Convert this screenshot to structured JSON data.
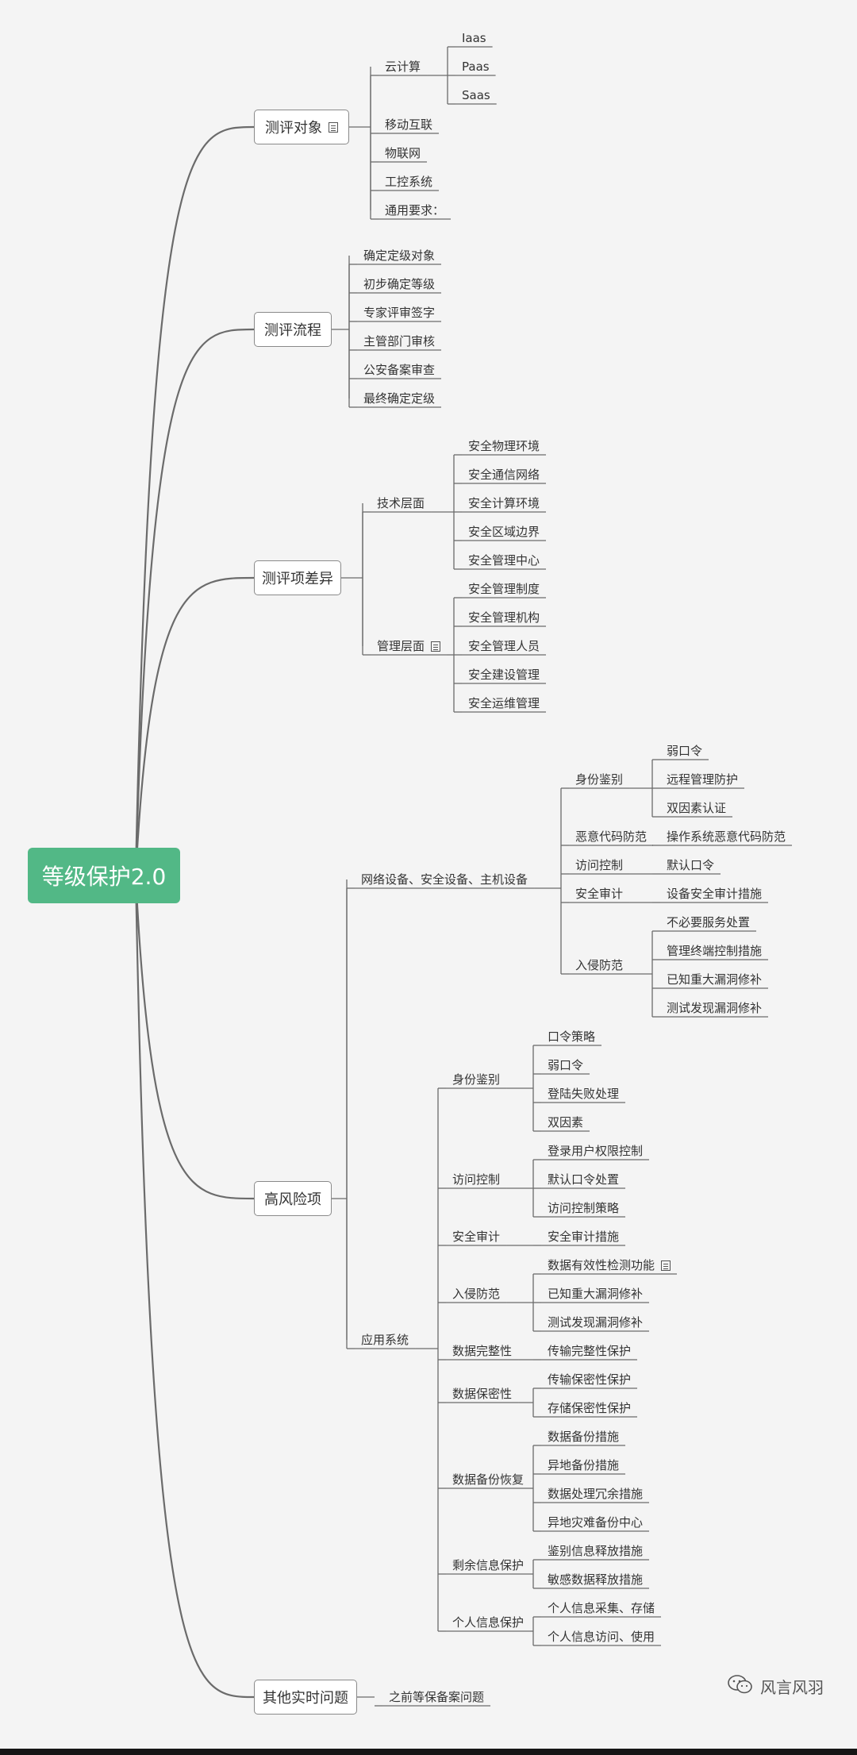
{
  "root": "等级保护2.0",
  "branches": [
    {
      "label": "测评对象",
      "note": true,
      "children": [
        {
          "label": "云计算",
          "children": [
            {
              "label": "Iaas"
            },
            {
              "label": "Paas"
            },
            {
              "label": "Saas"
            }
          ]
        },
        {
          "label": "移动互联"
        },
        {
          "label": "物联网"
        },
        {
          "label": "工控系统"
        },
        {
          "label": "通用要求："
        }
      ]
    },
    {
      "label": "测评流程",
      "children": [
        {
          "label": "确定定级对象"
        },
        {
          "label": "初步确定等级"
        },
        {
          "label": "专家评审签字"
        },
        {
          "label": "主管部门审核"
        },
        {
          "label": "公安备案审查"
        },
        {
          "label": "最终确定定级"
        }
      ]
    },
    {
      "label": "测评项差异",
      "children": [
        {
          "label": "技术层面",
          "children": [
            {
              "label": "安全物理环境"
            },
            {
              "label": "安全通信网络"
            },
            {
              "label": "安全计算环境"
            },
            {
              "label": "安全区域边界"
            },
            {
              "label": "安全管理中心"
            }
          ]
        },
        {
          "label": "管理层面",
          "note": true,
          "children": [
            {
              "label": "安全管理制度"
            },
            {
              "label": "安全管理机构"
            },
            {
              "label": "安全管理人员"
            },
            {
              "label": "安全建设管理"
            },
            {
              "label": "安全运维管理"
            }
          ]
        }
      ]
    },
    {
      "label": "高风险项",
      "children": [
        {
          "label": "网络设备、安全设备、主机设备",
          "children": [
            {
              "label": "身份鉴别",
              "children": [
                {
                  "label": "弱口令"
                },
                {
                  "label": "远程管理防护"
                },
                {
                  "label": "双因素认证"
                }
              ]
            },
            {
              "label": "恶意代码防范",
              "children": [
                {
                  "label": "操作系统恶意代码防范"
                }
              ]
            },
            {
              "label": "访问控制",
              "children": [
                {
                  "label": "默认口令"
                }
              ]
            },
            {
              "label": "安全审计",
              "children": [
                {
                  "label": "设备安全审计措施"
                }
              ]
            },
            {
              "label": "入侵防范",
              "children": [
                {
                  "label": "不必要服务处置"
                },
                {
                  "label": "管理终端控制措施"
                },
                {
                  "label": "已知重大漏洞修补"
                },
                {
                  "label": "测试发现漏洞修补"
                }
              ]
            }
          ]
        },
        {
          "label": "应用系统",
          "children": [
            {
              "label": "身份鉴别",
              "children": [
                {
                  "label": "口令策略"
                },
                {
                  "label": "弱口令"
                },
                {
                  "label": "登陆失败处理"
                },
                {
                  "label": "双因素"
                }
              ]
            },
            {
              "label": "访问控制",
              "children": [
                {
                  "label": "登录用户权限控制"
                },
                {
                  "label": "默认口令处置"
                },
                {
                  "label": "访问控制策略"
                }
              ]
            },
            {
              "label": "安全审计",
              "children": [
                {
                  "label": "安全审计措施"
                }
              ]
            },
            {
              "label": "入侵防范",
              "children": [
                {
                  "label": "数据有效性检测功能",
                  "note": true
                },
                {
                  "label": "已知重大漏洞修补"
                },
                {
                  "label": "测试发现漏洞修补"
                }
              ]
            },
            {
              "label": "数据完整性",
              "children": [
                {
                  "label": "传输完整性保护"
                }
              ]
            },
            {
              "label": "数据保密性",
              "children": [
                {
                  "label": "传输保密性保护"
                },
                {
                  "label": "存储保密性保护"
                }
              ]
            },
            {
              "label": "数据备份恢复",
              "children": [
                {
                  "label": "数据备份措施"
                },
                {
                  "label": "异地备份措施"
                },
                {
                  "label": "数据处理冗余措施"
                },
                {
                  "label": "异地灾难备份中心"
                }
              ]
            },
            {
              "label": "剩余信息保护",
              "children": [
                {
                  "label": "鉴别信息释放措施"
                },
                {
                  "label": "敏感数据释放措施"
                }
              ]
            },
            {
              "label": "个人信息保护",
              "children": [
                {
                  "label": "个人信息采集、存储"
                },
                {
                  "label": "个人信息访问、使用"
                }
              ]
            }
          ]
        }
      ]
    },
    {
      "label": "其他实时问题",
      "children": [
        {
          "label": "之前等保备案问题"
        }
      ]
    }
  ],
  "watermark": "风言风羽",
  "colors": {
    "root_bg": "#52b886",
    "line": "#6b6b6b",
    "background": "#f4f4f4"
  }
}
